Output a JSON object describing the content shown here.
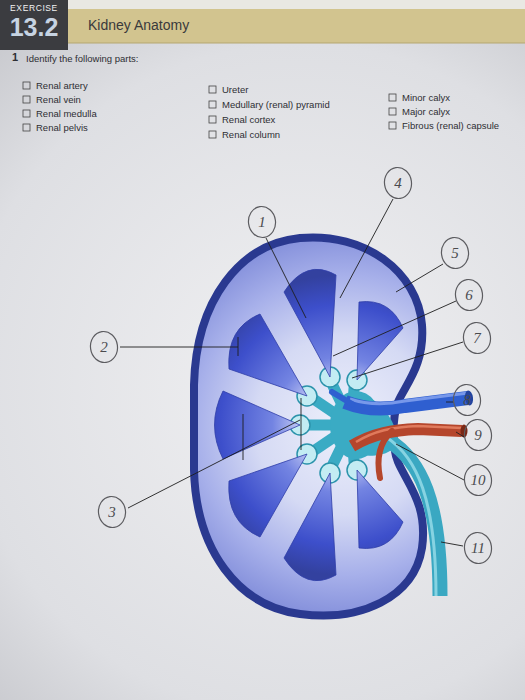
{
  "diagram": {
    "title": "Kidney Anatomy",
    "nodes": [
      {
        "text": [
          "EXERCISE",
          "13.2"
        ]
      },
      {
        "text": [
          "4"
        ]
      },
      {
        "text": [
          "1"
        ]
      },
      {
        "text": [
          "5"
        ]
      },
      {
        "text": [
          "6"
        ]
      },
      {
        "text": [
          "7"
        ]
      },
      {
        "text": [
          "2"
        ]
      },
      {
        "text": [
          "8"
        ]
      },
      {
        "text": [
          "9"
        ]
      },
      {
        "text": [
          "10"
        ]
      },
      {
        "text": [
          "3"
        ]
      },
      {
        "text": [
          "11"
        ]
      }
    ],
    "labels": [
      "1",
      "Identify the following parts:",
      "Renal artery",
      "Renal vein",
      "Renal medulla",
      "Renal pelvis",
      "Ureter",
      "Medullary (renal) pyramid",
      "Renal cortex",
      "Renal column",
      "Minor calyx",
      "Major calyx",
      "Fibrous (renal) capsule"
    ]
  }
}
